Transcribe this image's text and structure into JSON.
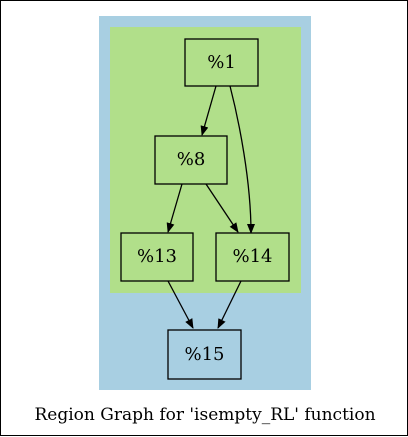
{
  "graph": {
    "caption": "Region Graph for 'isempty_RL' function",
    "outer_region_color": "#a8cfe2",
    "inner_region_color": "#b1df8a",
    "nodes": {
      "n1": "%1",
      "n8": "%8",
      "n13": "%13",
      "n14": "%14",
      "n15": "%15"
    },
    "edges": [
      [
        "n1",
        "n8"
      ],
      [
        "n1",
        "n14"
      ],
      [
        "n8",
        "n13"
      ],
      [
        "n8",
        "n14"
      ],
      [
        "n13",
        "n15"
      ],
      [
        "n14",
        "n15"
      ]
    ]
  }
}
